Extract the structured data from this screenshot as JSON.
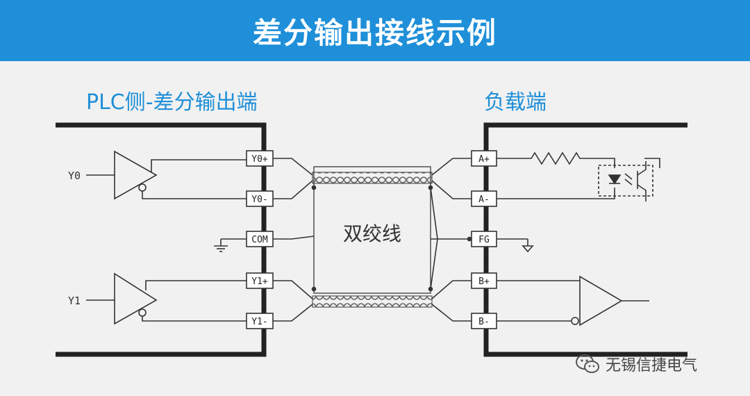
{
  "header": {
    "title": "差分输出接线示例"
  },
  "labels": {
    "left_side": "PLC侧-差分输出端",
    "right_side": "负载端"
  },
  "signals": {
    "y0": "Y0",
    "y1": "Y1"
  },
  "left_terminals": [
    "Y0+",
    "Y0-",
    "COM",
    "Y1+",
    "Y1-"
  ],
  "right_terminals": [
    "A+",
    "A-",
    "FG",
    "B+",
    "B-"
  ],
  "cable": {
    "label": "双绞线"
  },
  "watermark": {
    "text": "无锡信捷电气",
    "icon": "wechat-icon"
  },
  "colors": {
    "header_bg": "#1e8fd8",
    "accent_text": "#1e8fd8"
  }
}
